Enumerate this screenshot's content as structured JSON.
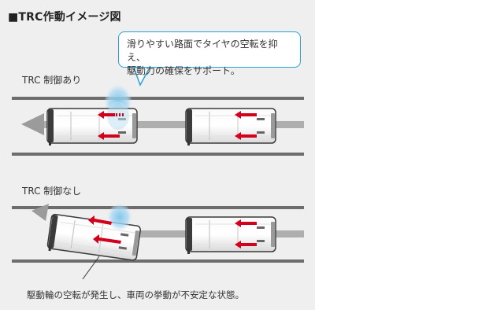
{
  "title": "■TRC作動イメージ図",
  "callout": {
    "line1": "滑りやすい路面でタイヤの空転を抑え、",
    "line2": "駆動力の確保をサポート。"
  },
  "section_with": "TRC 制御あり",
  "section_without": "TRC 制御なし",
  "caption": "駆動輪の空転が発生し、車両の挙動が不安定な状態。",
  "colors": {
    "accent_blue": "#2aa0d6",
    "arrow_red": "#d2001d",
    "road_line": "#6d6d6d",
    "panel_bg": "#efefef"
  }
}
